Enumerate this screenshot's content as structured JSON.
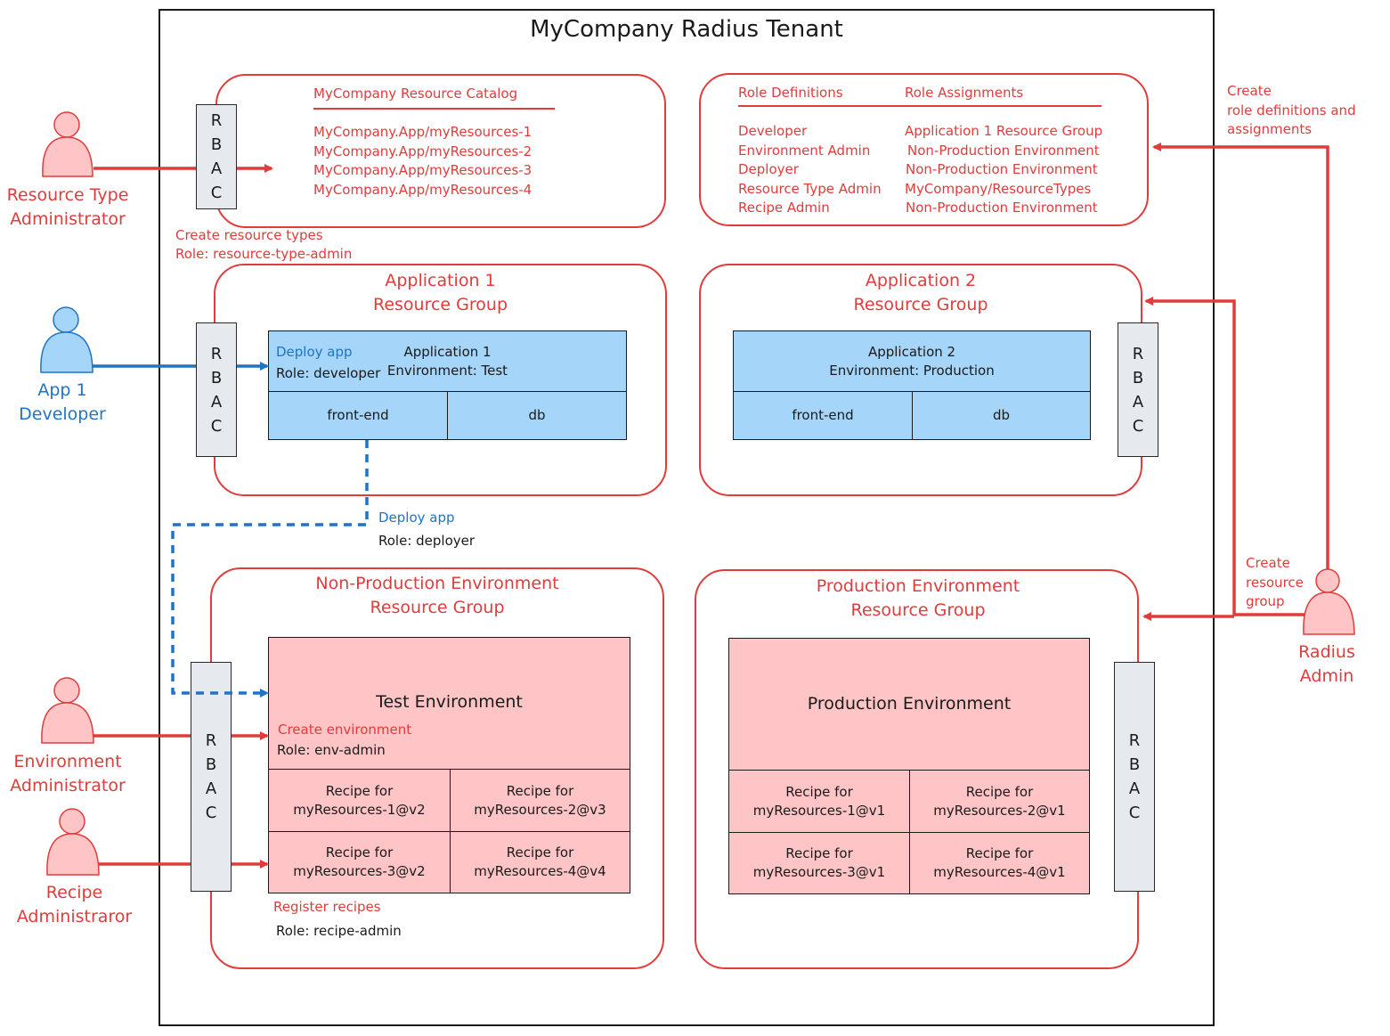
{
  "title": "MyCompany Radius Tenant",
  "colors": {
    "red": "#e03c3c",
    "blue": "#1f74c4",
    "light_blue": "#a6d5fa",
    "pink": "#ffc5c6",
    "rbac_gray": "#e6e9ee"
  },
  "rbac_letters": [
    "R",
    "B",
    "A",
    "C"
  ],
  "catalog": {
    "heading": "MyCompany Resource Catalog",
    "items": [
      "MyCompany.App/myResources-1",
      "MyCompany.App/myResources-2",
      "MyCompany.App/myResources-3",
      "MyCompany.App/myResources-4"
    ]
  },
  "roles": {
    "definitions_heading": "Role Definitions",
    "assignments_heading": "Role Assignments",
    "rows": [
      {
        "definition": "Developer",
        "assignment": "Application 1 Resource Group"
      },
      {
        "definition": "Environment Admin",
        "assignment": "Non-Production Environment"
      },
      {
        "definition": "Deployer",
        "assignment": "Non-Production Environment"
      },
      {
        "definition": "Resource Type Admin",
        "assignment": "MyCompany/ResourceTypes"
      },
      {
        "definition": "Recipe Admin",
        "assignment": "Non-Production Environment"
      }
    ]
  },
  "app1_rg": {
    "title_line1": "Application 1",
    "title_line2": "Resource Group",
    "app_line1": "Application 1",
    "app_line2": "Environment: Test",
    "deploy_label": "Deploy app",
    "role_label": "Role: developer",
    "components": [
      "front-end",
      "db"
    ]
  },
  "app2_rg": {
    "title_line1": "Application 2",
    "title_line2": "Resource Group",
    "app_line1": "Application 2",
    "app_line2": "Environment: Production",
    "components": [
      "front-end",
      "db"
    ]
  },
  "nonprod_rg": {
    "title_line1": "Non-Production Environment",
    "title_line2": "Resource Group",
    "env_name": "Test Environment",
    "create_label": "Create environment",
    "create_role": "Role: env-admin",
    "recipes": [
      {
        "line1": "Recipe for",
        "line2": "myResources-1@v2"
      },
      {
        "line1": "Recipe for",
        "line2": "myResources-2@v3"
      },
      {
        "line1": "Recipe for",
        "line2": "myResources-3@v2"
      },
      {
        "line1": "Recipe for",
        "line2": "myResources-4@v4"
      }
    ],
    "register_label": "Register recipes",
    "register_role": "Role: recipe-admin"
  },
  "prod_rg": {
    "title_line1": "Production Environment",
    "title_line2": "Resource Group",
    "env_name": "Production Environment",
    "recipes": [
      {
        "line1": "Recipe for",
        "line2": "myResources-1@v1"
      },
      {
        "line1": "Recipe for",
        "line2": "myResources-2@v1"
      },
      {
        "line1": "Recipe for",
        "line2": "myResources-3@v1"
      },
      {
        "line1": "Recipe for",
        "line2": "myResources-4@v1"
      }
    ]
  },
  "annotations": {
    "create_resource_types": "Create resource types",
    "role_resource_type_admin": "Role: resource-type-admin",
    "deploy_app": "Deploy app",
    "role_deployer": "Role: deployer",
    "create_role_defs": [
      "Create",
      "role definitions and",
      "assignments"
    ],
    "create_resource_group": [
      "Create",
      "resource",
      "group"
    ]
  },
  "actors": {
    "resource_type_admin": [
      "Resource Type",
      "Administrator"
    ],
    "app1_developer": [
      "App 1",
      "Developer"
    ],
    "environment_admin": [
      "Environment",
      "Administrator"
    ],
    "recipe_admin": [
      "Recipe",
      "Administraror"
    ],
    "radius_admin": [
      "Radius",
      "Admin"
    ]
  }
}
